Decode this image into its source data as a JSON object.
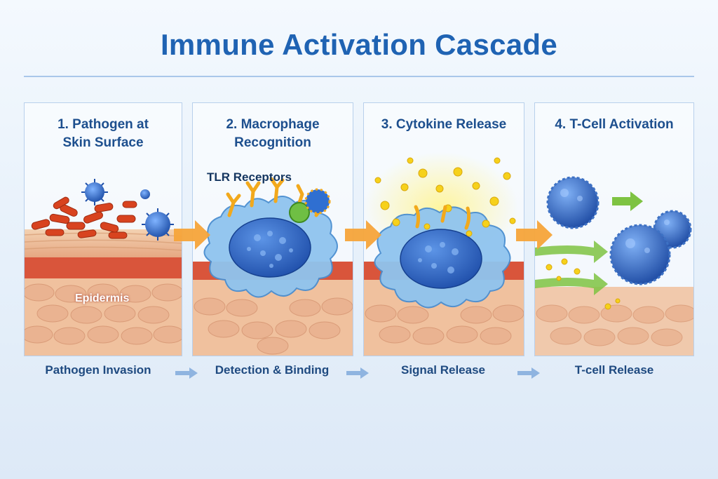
{
  "title": "Immune Activation Cascade",
  "steps": [
    {
      "title_line1": "1. Pathogen at",
      "title_line2": "Skin Surface",
      "caption": "Pathogen Invasion",
      "label": "Epidermis"
    },
    {
      "title_line1": "2. Macrophage",
      "title_line2": "Recognition",
      "caption": "Detection & Binding",
      "label": "TLR Receptors"
    },
    {
      "title_line1": "3. Cytokine Release",
      "title_line2": "",
      "caption": "Signal Release"
    },
    {
      "title_line1": "4. T-Cell Activation",
      "title_line2": "",
      "caption": "T-cell Release"
    }
  ],
  "colors": {
    "title": "#1f63b3",
    "panel_border": "#b8d0ec",
    "bacteria": "#d8431f",
    "virus": "#2f6fd1",
    "macrophage": "#8fc4ef",
    "nucleus": "#2a64c8",
    "receptor": "#f2a91c",
    "cytokine": "#f6d11b",
    "flow_arrow": "#f5a43a",
    "green_arrow": "#7ec342",
    "skin_top": "#e9b994",
    "skin_cells": "#f1c29f"
  },
  "icons": [
    "bacteria-icon",
    "virus-icon",
    "macrophage-icon",
    "cytokine-icon",
    "t-cell-icon"
  ]
}
